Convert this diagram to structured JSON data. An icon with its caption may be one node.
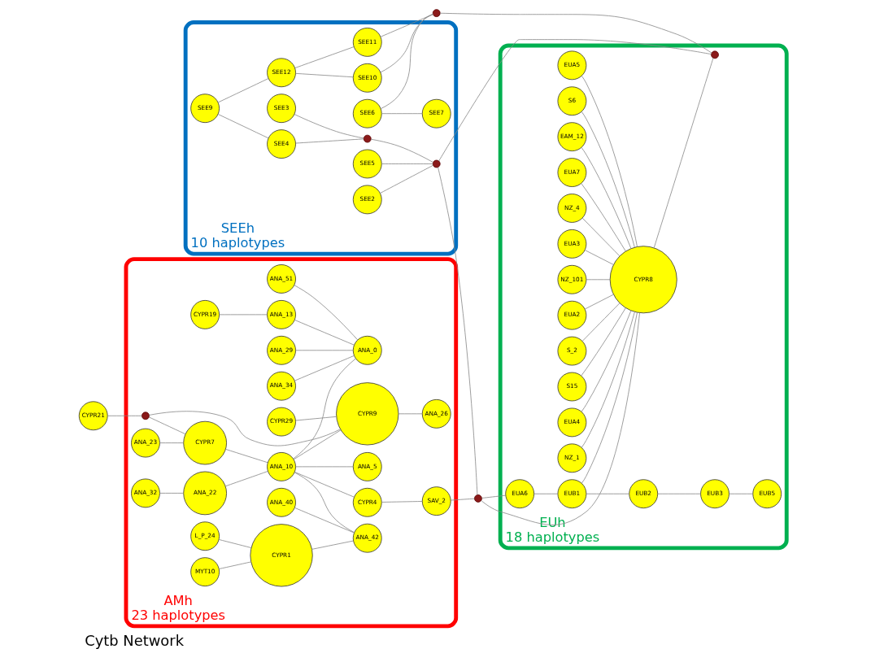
{
  "diagram": {
    "title": "Cytb Network",
    "nodes": [
      {
        "text": [
          "AMh",
          "23 haplotypes"
        ]
      },
      {
        "text": [
          "SEEh",
          "10 haplotypes"
        ]
      },
      {
        "text": [
          "EUh",
          "18 haplotypes"
        ]
      },
      {
        "text": [
          "CYPR21"
        ]
      },
      {
        "text": [],
        "shape": "circle",
        "in": 0
      },
      {
        "text": [
          "ANA_34"
        ],
        "in": 0
      },
      {
        "text": [
          "ANA_51"
        ],
        "in": 0
      },
      {
        "text": [
          "CYPR19"
        ],
        "in": 0
      },
      {
        "text": [
          "ANA_32"
        ],
        "in": 0
      },
      {
        "text": [
          "ANA_22"
        ],
        "in": 0
      },
      {
        "text": [
          "L_P_24"
        ],
        "in": 0
      },
      {
        "text": [
          "MYT10"
        ],
        "in": 0
      },
      {
        "text": [
          "CYPR1"
        ],
        "in": 0
      },
      {
        "text": [
          "ANA_23"
        ],
        "in": 0
      },
      {
        "text": [
          "CYPR7"
        ],
        "in": 0
      },
      {
        "text": [
          "ANA_13"
        ],
        "in": 0
      },
      {
        "text": [
          "ANA_29"
        ],
        "in": 0
      },
      {
        "text": [
          "ANA_10"
        ],
        "in": 0
      },
      {
        "text": [
          "ANA_40"
        ],
        "in": 0
      },
      {
        "text": [
          "ANA_42"
        ],
        "in": 0
      },
      {
        "text": [
          "ANA_5"
        ],
        "in": 0
      },
      {
        "text": [
          "ANA_0"
        ],
        "in": 0
      },
      {
        "text": [
          "CYPR29"
        ],
        "in": 0
      },
      {
        "text": [
          "CYPR9"
        ],
        "in": 0
      },
      {
        "text": [
          "ANA_26"
        ],
        "in": 0
      },
      {
        "text": [
          "CYPR4"
        ],
        "in": 0
      },
      {
        "text": [
          "SAV_2"
        ],
        "in": 0
      },
      {
        "text": [
          "SEE9"
        ],
        "in": 1
      },
      {
        "text": [
          "SEE3"
        ],
        "in": 1
      },
      {
        "text": [
          "SEE5"
        ],
        "in": 1
      },
      {
        "text": [
          "SEE4"
        ],
        "in": 1
      },
      {
        "text": [
          "SEE12"
        ],
        "in": 1
      },
      {
        "text": [],
        "shape": "circle",
        "in": 1
      },
      {
        "text": [
          "SEE2"
        ],
        "in": 1
      },
      {
        "text": [],
        "shape": "circle",
        "in": 1
      },
      {
        "text": [
          "SEE11"
        ],
        "in": 1
      },
      {
        "text": [
          "SEE10"
        ],
        "in": 1
      },
      {
        "text": [
          "SEE6"
        ],
        "in": 1
      },
      {
        "text": [
          "SEE7"
        ],
        "in": 1
      },
      {
        "text": [],
        "shape": "circle"
      },
      {
        "text": [],
        "shape": "circle"
      },
      {
        "text": [
          "EUA4"
        ],
        "in": 2
      },
      {
        "text": [
          "NZ_1"
        ],
        "in": 2
      },
      {
        "text": [
          "EUA5"
        ],
        "in": 2
      },
      {
        "text": [
          "S6"
        ],
        "in": 2
      },
      {
        "text": [
          "CYPR8"
        ],
        "in": 2
      },
      {
        "text": [
          "EAM_12"
        ],
        "in": 2
      },
      {
        "text": [
          "EUA7"
        ],
        "in": 2
      },
      {
        "text": [
          "EUA6"
        ],
        "in": 2
      },
      {
        "text": [
          "NZ_4"
        ],
        "in": 2
      },
      {
        "text": [
          "EUA3"
        ],
        "in": 2
      },
      {
        "text": [
          "NZ_101"
        ],
        "in": 2
      },
      {
        "text": [
          "EUB1"
        ],
        "in": 2
      },
      {
        "text": [
          "EUA2"
        ],
        "in": 2
      },
      {
        "text": [
          "S_2"
        ],
        "in": 2
      },
      {
        "text": [
          "S15"
        ],
        "in": 2
      },
      {
        "text": [
          "EUB2"
        ],
        "in": 2
      },
      {
        "text": [
          "EUB3"
        ],
        "in": 2
      },
      {
        "text": [
          "EUB5"
        ],
        "in": 2
      },
      {
        "text": [],
        "shape": "circle",
        "in": 2
      }
    ],
    "edges": [
      {
        "from": 3,
        "to": 4,
        "arrow": "none"
      },
      {
        "from": 4,
        "to": 14,
        "arrow": "none"
      },
      {
        "from": 4,
        "to": 23,
        "arrow": "none"
      },
      {
        "from": 5,
        "to": 21,
        "arrow": "none"
      },
      {
        "from": 6,
        "to": 21,
        "arrow": "none"
      },
      {
        "from": 7,
        "to": 15,
        "arrow": "none"
      },
      {
        "from": 8,
        "to": 9,
        "arrow": "none"
      },
      {
        "from": 9,
        "to": 17,
        "arrow": "none"
      },
      {
        "from": 10,
        "to": 12,
        "arrow": "none"
      },
      {
        "from": 11,
        "to": 12,
        "arrow": "none"
      },
      {
        "from": 12,
        "to": 19,
        "arrow": "none"
      },
      {
        "from": 13,
        "to": 14,
        "arrow": "none"
      },
      {
        "from": 14,
        "to": 17,
        "arrow": "none"
      },
      {
        "from": 15,
        "to": 21,
        "arrow": "none"
      },
      {
        "from": 16,
        "to": 21,
        "arrow": "none"
      },
      {
        "from": 17,
        "to": 19,
        "arrow": "none"
      },
      {
        "from": 17,
        "to": 20,
        "arrow": "none"
      },
      {
        "from": 17,
        "to": 21,
        "arrow": "none"
      },
      {
        "from": 17,
        "to": 23,
        "arrow": "none"
      },
      {
        "from": 17,
        "to": 25,
        "arrow": "none"
      },
      {
        "from": 18,
        "to": 19,
        "arrow": "none"
      },
      {
        "from": 22,
        "to": 23,
        "arrow": "none"
      },
      {
        "from": 23,
        "to": 24,
        "arrow": "none"
      },
      {
        "from": 25,
        "to": 26,
        "arrow": "none"
      },
      {
        "from": 26,
        "to": 40,
        "arrow": "none"
      },
      {
        "from": 27,
        "to": 30,
        "arrow": "none"
      },
      {
        "from": 27,
        "to": 31,
        "arrow": "none"
      },
      {
        "from": 28,
        "to": 32,
        "arrow": "none"
      },
      {
        "from": 30,
        "to": 32,
        "arrow": "none"
      },
      {
        "from": 29,
        "to": 34,
        "arrow": "none"
      },
      {
        "from": 33,
        "to": 34,
        "arrow": "none"
      },
      {
        "from": 32,
        "to": 34,
        "arrow": "none"
      },
      {
        "from": 31,
        "to": 35,
        "arrow": "none"
      },
      {
        "from": 31,
        "to": 36,
        "arrow": "none"
      },
      {
        "from": 36,
        "to": 39,
        "arrow": "none"
      },
      {
        "from": 37,
        "to": 39,
        "arrow": "none"
      },
      {
        "from": 35,
        "to": 39,
        "arrow": "none"
      },
      {
        "from": 37,
        "to": 38,
        "arrow": "none"
      },
      {
        "from": 34,
        "to": 40,
        "arrow": "none"
      },
      {
        "from": 34,
        "to": 59,
        "arrow": "none"
      },
      {
        "from": 39,
        "to": 59,
        "arrow": "none"
      },
      {
        "from": 40,
        "to": 45,
        "arrow": "none"
      },
      {
        "from": 40,
        "to": 48,
        "arrow": "none"
      },
      {
        "from": 48,
        "to": 52,
        "arrow": "none"
      },
      {
        "from": 41,
        "to": 45,
        "arrow": "none"
      },
      {
        "from": 42,
        "to": 45,
        "arrow": "none"
      },
      {
        "from": 43,
        "to": 45,
        "arrow": "none"
      },
      {
        "from": 44,
        "to": 45,
        "arrow": "none"
      },
      {
        "from": 46,
        "to": 45,
        "arrow": "none"
      },
      {
        "from": 47,
        "to": 45,
        "arrow": "none"
      },
      {
        "from": 49,
        "to": 45,
        "arrow": "none"
      },
      {
        "from": 50,
        "to": 45,
        "arrow": "none"
      },
      {
        "from": 51,
        "to": 45,
        "arrow": "none"
      },
      {
        "from": 53,
        "to": 45,
        "arrow": "none"
      },
      {
        "from": 54,
        "to": 45,
        "arrow": "none"
      },
      {
        "from": 55,
        "to": 45,
        "arrow": "none"
      },
      {
        "from": 52,
        "to": 45,
        "arrow": "none"
      },
      {
        "from": 45,
        "to": 59,
        "arrow": "none"
      },
      {
        "from": 52,
        "to": 56,
        "arrow": "none"
      },
      {
        "from": 56,
        "to": 57,
        "arrow": "none"
      },
      {
        "from": 57,
        "to": 58,
        "arrow": "none"
      }
    ]
  }
}
